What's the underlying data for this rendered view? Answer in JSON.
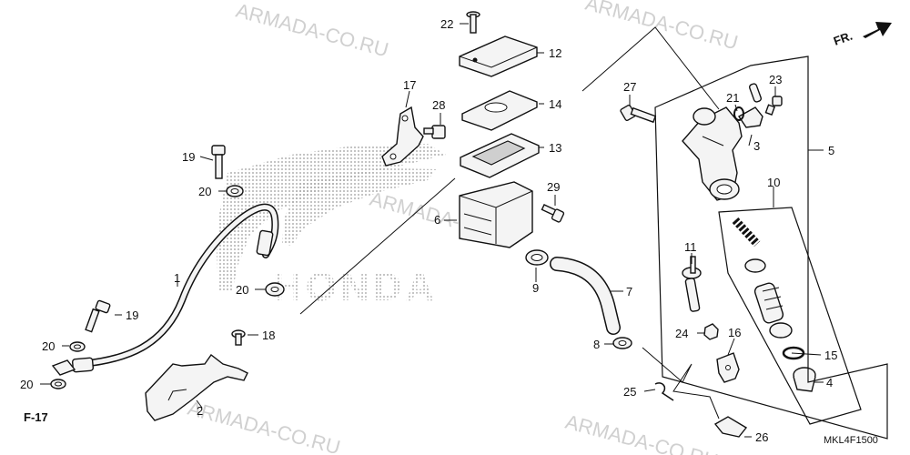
{
  "watermark": "ARMADA-CO.RU",
  "brand": "HONDA",
  "direction_label": "FR.",
  "page_ref": "F-17",
  "diagram_code": "MKL4F1500",
  "callouts": {
    "c1": "1",
    "c2": "2",
    "c3": "3",
    "c4": "4",
    "c5": "5",
    "c6": "6",
    "c7": "7",
    "c8": "8",
    "c9": "9",
    "c10": "10",
    "c11": "11",
    "c12": "12",
    "c13": "13",
    "c14": "14",
    "c15": "15",
    "c16": "16",
    "c17": "17",
    "c18": "18",
    "c19a": "19",
    "c19b": "19",
    "c20a": "20",
    "c20b": "20",
    "c20c": "20",
    "c20d": "20",
    "c21": "21",
    "c22": "22",
    "c23": "23",
    "c24": "24",
    "c25": "25",
    "c26": "26",
    "c27": "27",
    "c28": "28",
    "c29": "29"
  }
}
